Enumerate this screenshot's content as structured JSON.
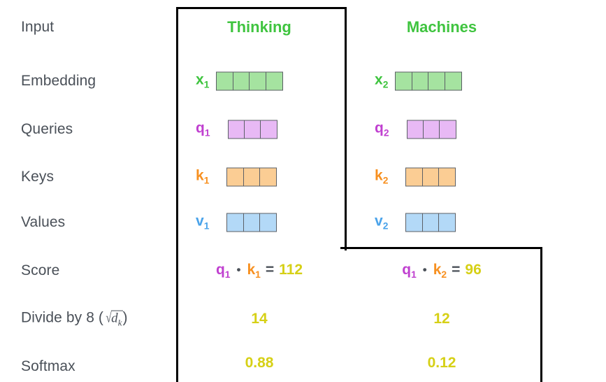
{
  "colors": {
    "label_text": "#4a5058",
    "title_green": "#3fc43f",
    "x_green": "#3fc43f",
    "q_purple": "#c040d0",
    "k_orange": "#f79020",
    "v_blue": "#4aa3ea",
    "value_yellow": "#d6d016",
    "cell_green": "#a5e3a0",
    "cell_purple": "#e8b9f5",
    "cell_orange": "#fbcd94",
    "cell_blue": "#b3d9f7",
    "cell_border": "#5b5f66",
    "outline": "#000000",
    "background": "#ffffff"
  },
  "row_labels": [
    {
      "id": "input",
      "text": "Input"
    },
    {
      "id": "embedding",
      "text": "Embedding"
    },
    {
      "id": "queries",
      "text": "Queries"
    },
    {
      "id": "keys",
      "text": "Keys"
    },
    {
      "id": "values",
      "text": "Values"
    },
    {
      "id": "score",
      "text": "Score"
    },
    {
      "id": "divide",
      "text": "Divide by 8 ("
    },
    {
      "id": "softmax",
      "text": "Softmax"
    }
  ],
  "divide_row": {
    "prefix": "Divide by 8 (",
    "radical": "√",
    "radicand_base": "d",
    "radicand_sub": "k",
    "suffix": ")"
  },
  "columns": [
    {
      "id": "col1",
      "title": "Thinking",
      "embedding": {
        "name": "x",
        "sub": "1",
        "cells": 4
      },
      "query": {
        "name": "q",
        "sub": "1",
        "cells": 3
      },
      "key": {
        "name": "k",
        "sub": "1",
        "cells": 3
      },
      "value": {
        "name": "v",
        "sub": "1",
        "cells": 3
      },
      "score": {
        "left_name": "q",
        "left_sub": "1",
        "operator": "•",
        "right_name": "k",
        "right_sub": "1",
        "equals": "=",
        "result": "112"
      },
      "divided": "14",
      "softmax": "0.88"
    },
    {
      "id": "col2",
      "title": "Machines",
      "embedding": {
        "name": "x",
        "sub": "2",
        "cells": 4
      },
      "query": {
        "name": "q",
        "sub": "2",
        "cells": 3
      },
      "key": {
        "name": "k",
        "sub": "2",
        "cells": 3
      },
      "value": {
        "name": "v",
        "sub": "2",
        "cells": 3
      },
      "score": {
        "left_name": "q",
        "left_sub": "1",
        "operator": "•",
        "right_name": "k",
        "right_sub": "2",
        "equals": "=",
        "result": "96"
      },
      "divided": "12",
      "softmax": "0.12"
    }
  ]
}
